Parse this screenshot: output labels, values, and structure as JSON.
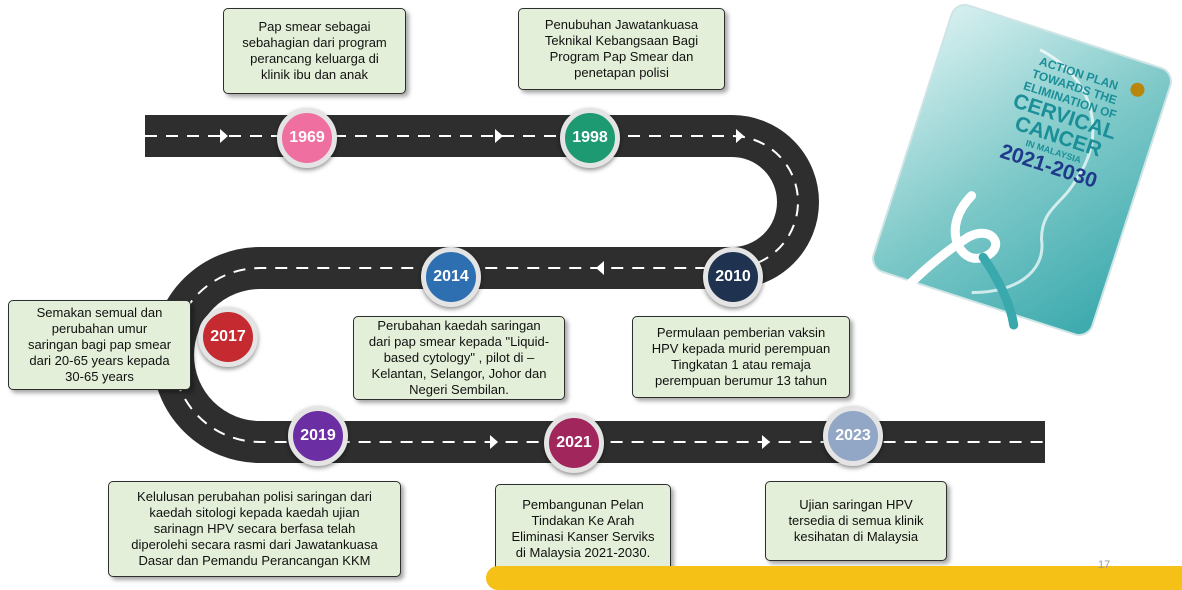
{
  "milestones": [
    {
      "year": "1969",
      "color": "#ef6fa0",
      "text": "Pap smear sebagai\nsebahagian dari program\nperancang keluarga di\nklinik ibu dan anak"
    },
    {
      "year": "1998",
      "color": "#1e9a72",
      "text": "Penubuhan Jawatankuasa\nTeknikal Kebangsaan Bagi\nProgram Pap Smear dan\npenetapan polisi"
    },
    {
      "year": "2010",
      "color": "#1f3350",
      "text": "Permulaan pemberian vaksin\nHPV kepada murid perempuan\nTingkatan 1 atau remaja\nperempuan berumur 13 tahun"
    },
    {
      "year": "2014",
      "color": "#2e6fb2",
      "text": "Perubahan kaedah saringan\ndari pap smear kepada \"Liquid-\nbased cytology\" , pilot di –\nKelantan, Selangor, Johor dan\nNegeri Sembilan."
    },
    {
      "year": "2017",
      "color": "#c42a2f",
      "text": "Semakan semual dan\nperubahan umur\nsaringan bagi pap smear\ndari 20-65 years kepada\n30-65 years"
    },
    {
      "year": "2019",
      "color": "#6c2ea3",
      "text": "Kelulusan perubahan polisi saringan dari\nkaedah sitologi kepada kaedah ujian\nsarinagn HPV secara berfasa telah\ndiperolehi secara rasmi dari Jawatankuasa\nDasar dan Pemandu Perancangan KKM"
    },
    {
      "year": "2021",
      "color": "#a1265c",
      "text": "Pembangunan Pelan\nTindakan Ke Arah\nEliminasi Kanser Serviks\ndi Malaysia 2021-2030."
    },
    {
      "year": "2023",
      "color": "#92a6c6",
      "text": "Ujian saringan HPV\ntersedia di semua klinik\nkesihatan di Malaysia"
    }
  ],
  "cover": {
    "line1": "ACTION PLAN",
    "line2": "TOWARDS THE",
    "line3": "ELIMINATION OF",
    "line4": "CERVICAL",
    "line5": "CANCER",
    "line6": "IN MALAYSIA",
    "line7": "2021-2030",
    "accent_color": "#2aa3ad"
  },
  "slide_number": "17",
  "colors": {
    "road": "#2e2e2e",
    "road_dash": "#ffffff",
    "note_bg": "#e3efd8",
    "yellow_bar": "#f5c117"
  }
}
